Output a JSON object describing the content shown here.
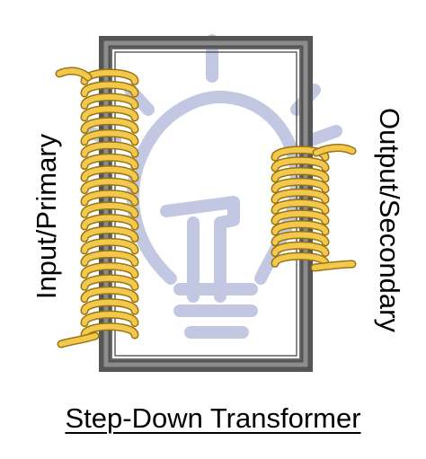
{
  "diagram": {
    "title": "Step-Down Transformer",
    "primary_label": "Input/Primary",
    "secondary_label": "Output/Secondary",
    "primary_coil": {
      "turns": 22
    },
    "secondary_coil": {
      "turns": 11
    },
    "colors": {
      "core_outer": "#555555",
      "core_mid": "#8c8c8c",
      "core_inner": "#6a6a6a",
      "coil_fill": "#f2c94c",
      "coil_stroke": "#9a7412",
      "watermark": "#b9bfde"
    },
    "watermark_icon": "lightbulb-icon"
  }
}
